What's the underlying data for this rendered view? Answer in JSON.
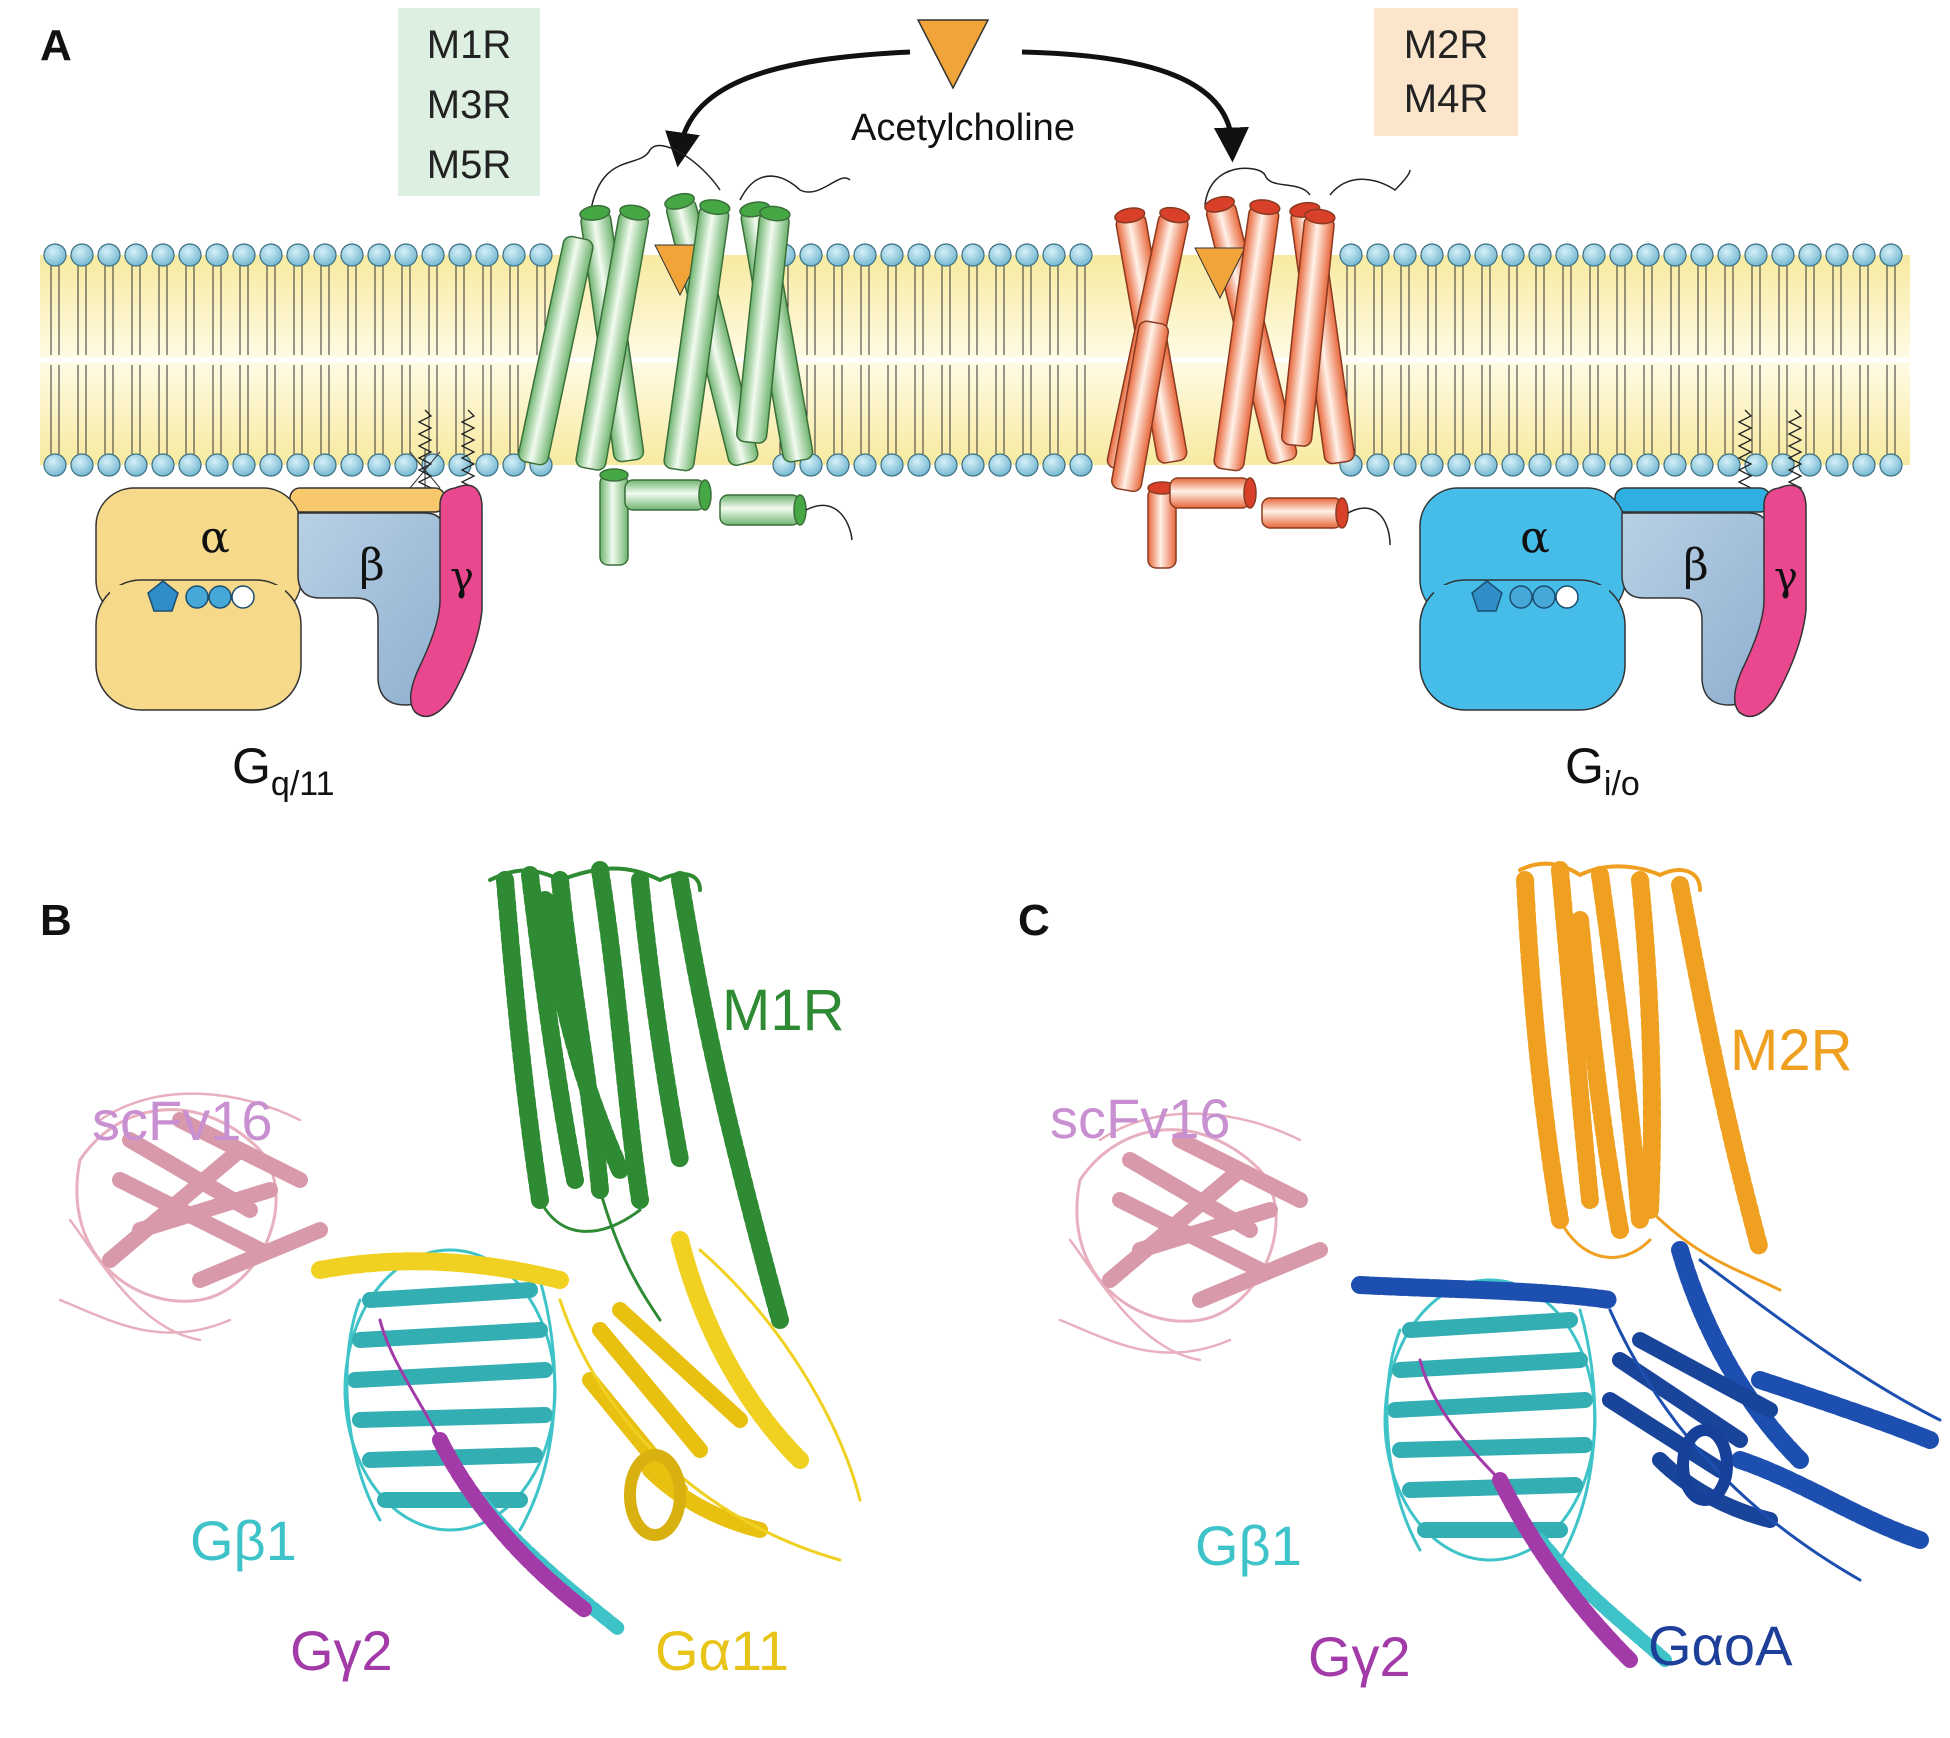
{
  "panels": {
    "a": {
      "letter": "A"
    },
    "b": {
      "letter": "B"
    },
    "c": {
      "letter": "C"
    }
  },
  "receptor_groups": {
    "gq_coupled": [
      "M1R",
      "M3R",
      "M5R"
    ],
    "gi_coupled": [
      "M2R",
      "M4R"
    ]
  },
  "ligand": {
    "name": "Acetylcholine"
  },
  "gproteins": {
    "left": {
      "base": "G",
      "subscript": "q/11"
    },
    "right": {
      "base": "G",
      "subscript": "i/o"
    },
    "subunits": {
      "alpha": "α",
      "beta": "β",
      "gamma": "γ"
    }
  },
  "structure_b": {
    "receptor": "M1R",
    "scfv": "scFv16",
    "gbeta": "Gβ1",
    "ggamma": "Gγ2",
    "galpha": "Gα11"
  },
  "structure_c": {
    "receptor": "M2R",
    "scfv": "scFv16",
    "gbeta": "Gβ1",
    "ggamma": "Gγ2",
    "galpha": "GαoA"
  },
  "colors": {
    "membrane_fill": "#f7eba4",
    "lipid_head": "#8cc8dc",
    "green_receptor": "#8fc98f",
    "orange_receptor": "#ef8a5e",
    "gq_alpha": "#f7d98c",
    "gi_alpha": "#45bde8",
    "beta": "#a9c4dc",
    "gamma": "#e9488f",
    "ligand": "#f0a43a",
    "m1r_ribbon": "#2f8a34",
    "m2r_ribbon": "#f0a020",
    "scfv_ribbon": "#e8b0bf",
    "gbeta_ribbon": "#3ec3c8",
    "ggamma_ribbon": "#a23aa8",
    "galpha11_ribbon": "#f0d020",
    "galphaoa_ribbon": "#1d4fb0"
  }
}
